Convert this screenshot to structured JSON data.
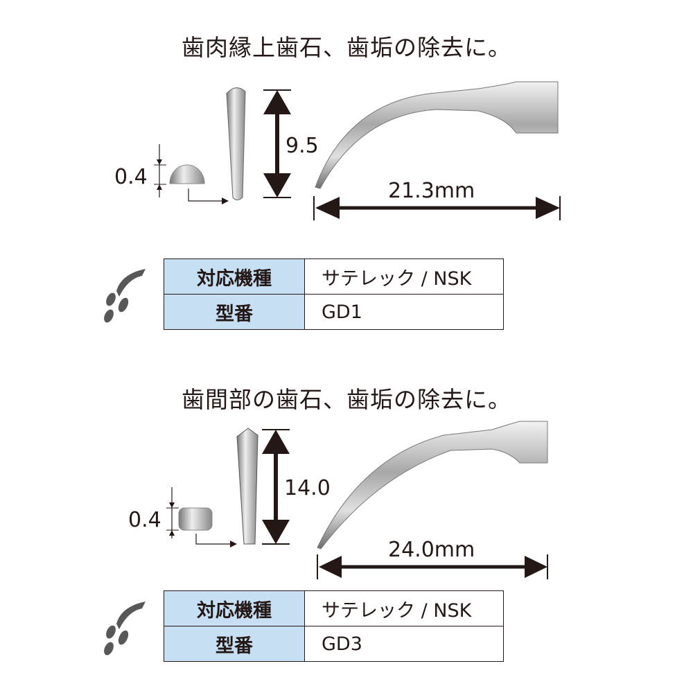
{
  "sections": [
    {
      "title": "歯肉縁上歯石、歯垢の除去に。",
      "thickness": "0.4",
      "height": "9.5",
      "length": "21.3mm",
      "spec": {
        "compat_label": "対応機種",
        "compat_value": "サテレック / NSK",
        "model_label": "型番",
        "model_value": "GD1"
      }
    },
    {
      "title": "歯間部の歯石、歯垢の除去に。",
      "thickness": "0.4",
      "height": "14.0",
      "length": "24.0mm",
      "spec": {
        "compat_label": "対応機種",
        "compat_value": "サテレック / NSK",
        "model_label": "型番",
        "model_value": "GD3"
      }
    }
  ],
  "icons": {
    "water": "water-spray-icon"
  },
  "colors": {
    "header_bg": "#c6dff3",
    "text": "#231815",
    "metal": "#9a9a9a"
  }
}
